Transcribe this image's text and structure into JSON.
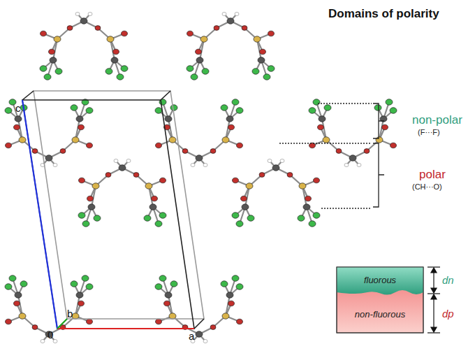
{
  "diagram": {
    "title": "Domains of polarity",
    "nodes": [
      {
        "text": [
          "fluorous"
        ]
      },
      {
        "text": [
          "non-fluorous"
        ]
      }
    ],
    "labels": [
      "non-polar",
      "(F···F)",
      "polar",
      "(CH···O)",
      "c",
      "b",
      "0",
      "a",
      "dn",
      "dp"
    ]
  }
}
